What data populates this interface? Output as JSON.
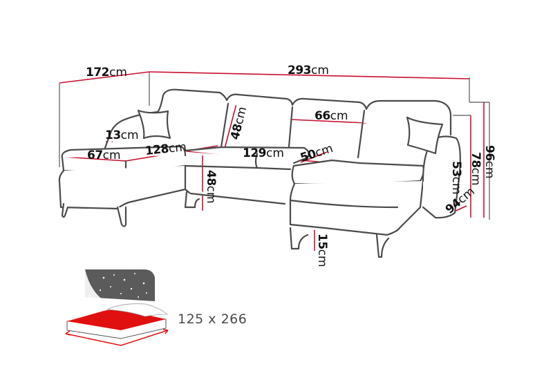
{
  "diagram": {
    "subject": "U-shaped corner sofa with two chaise ends",
    "colors": {
      "outline": "#4a4a4a",
      "dimension_line": "#c8102e",
      "guide_line": "#555555",
      "bed_icon_bg": "#5b5b5b",
      "bed_sheet": "#e01010",
      "background": "#ffffff"
    },
    "dimensions": {
      "total_width": {
        "value": "293",
        "unit": "cm"
      },
      "chaise_depth": {
        "value": "172",
        "unit": "cm"
      },
      "armrest_height": {
        "value": "13",
        "unit": "cm"
      },
      "chaise_width": {
        "value": "67",
        "unit": "cm"
      },
      "seat_depth_left": {
        "value": "128",
        "unit": "cm"
      },
      "backrest_height": {
        "value": "48",
        "unit": "cm"
      },
      "cushion_width": {
        "value": "66",
        "unit": "cm"
      },
      "seat_width_middle": {
        "value": "129",
        "unit": "cm"
      },
      "seat_depth_middle": {
        "value": "50",
        "unit": "cm"
      },
      "seat_height": {
        "value": "48",
        "unit": "cm"
      },
      "leg_height": {
        "value": "15",
        "unit": "cm"
      },
      "arm_height": {
        "value": "53",
        "unit": "cm"
      },
      "side_depth": {
        "value": "94",
        "unit": "cm"
      },
      "back_height_inner": {
        "value": "78",
        "unit": "cm"
      },
      "total_height": {
        "value": "96",
        "unit": "cm"
      }
    },
    "sleeping_area": {
      "label": "125 x 266"
    }
  }
}
